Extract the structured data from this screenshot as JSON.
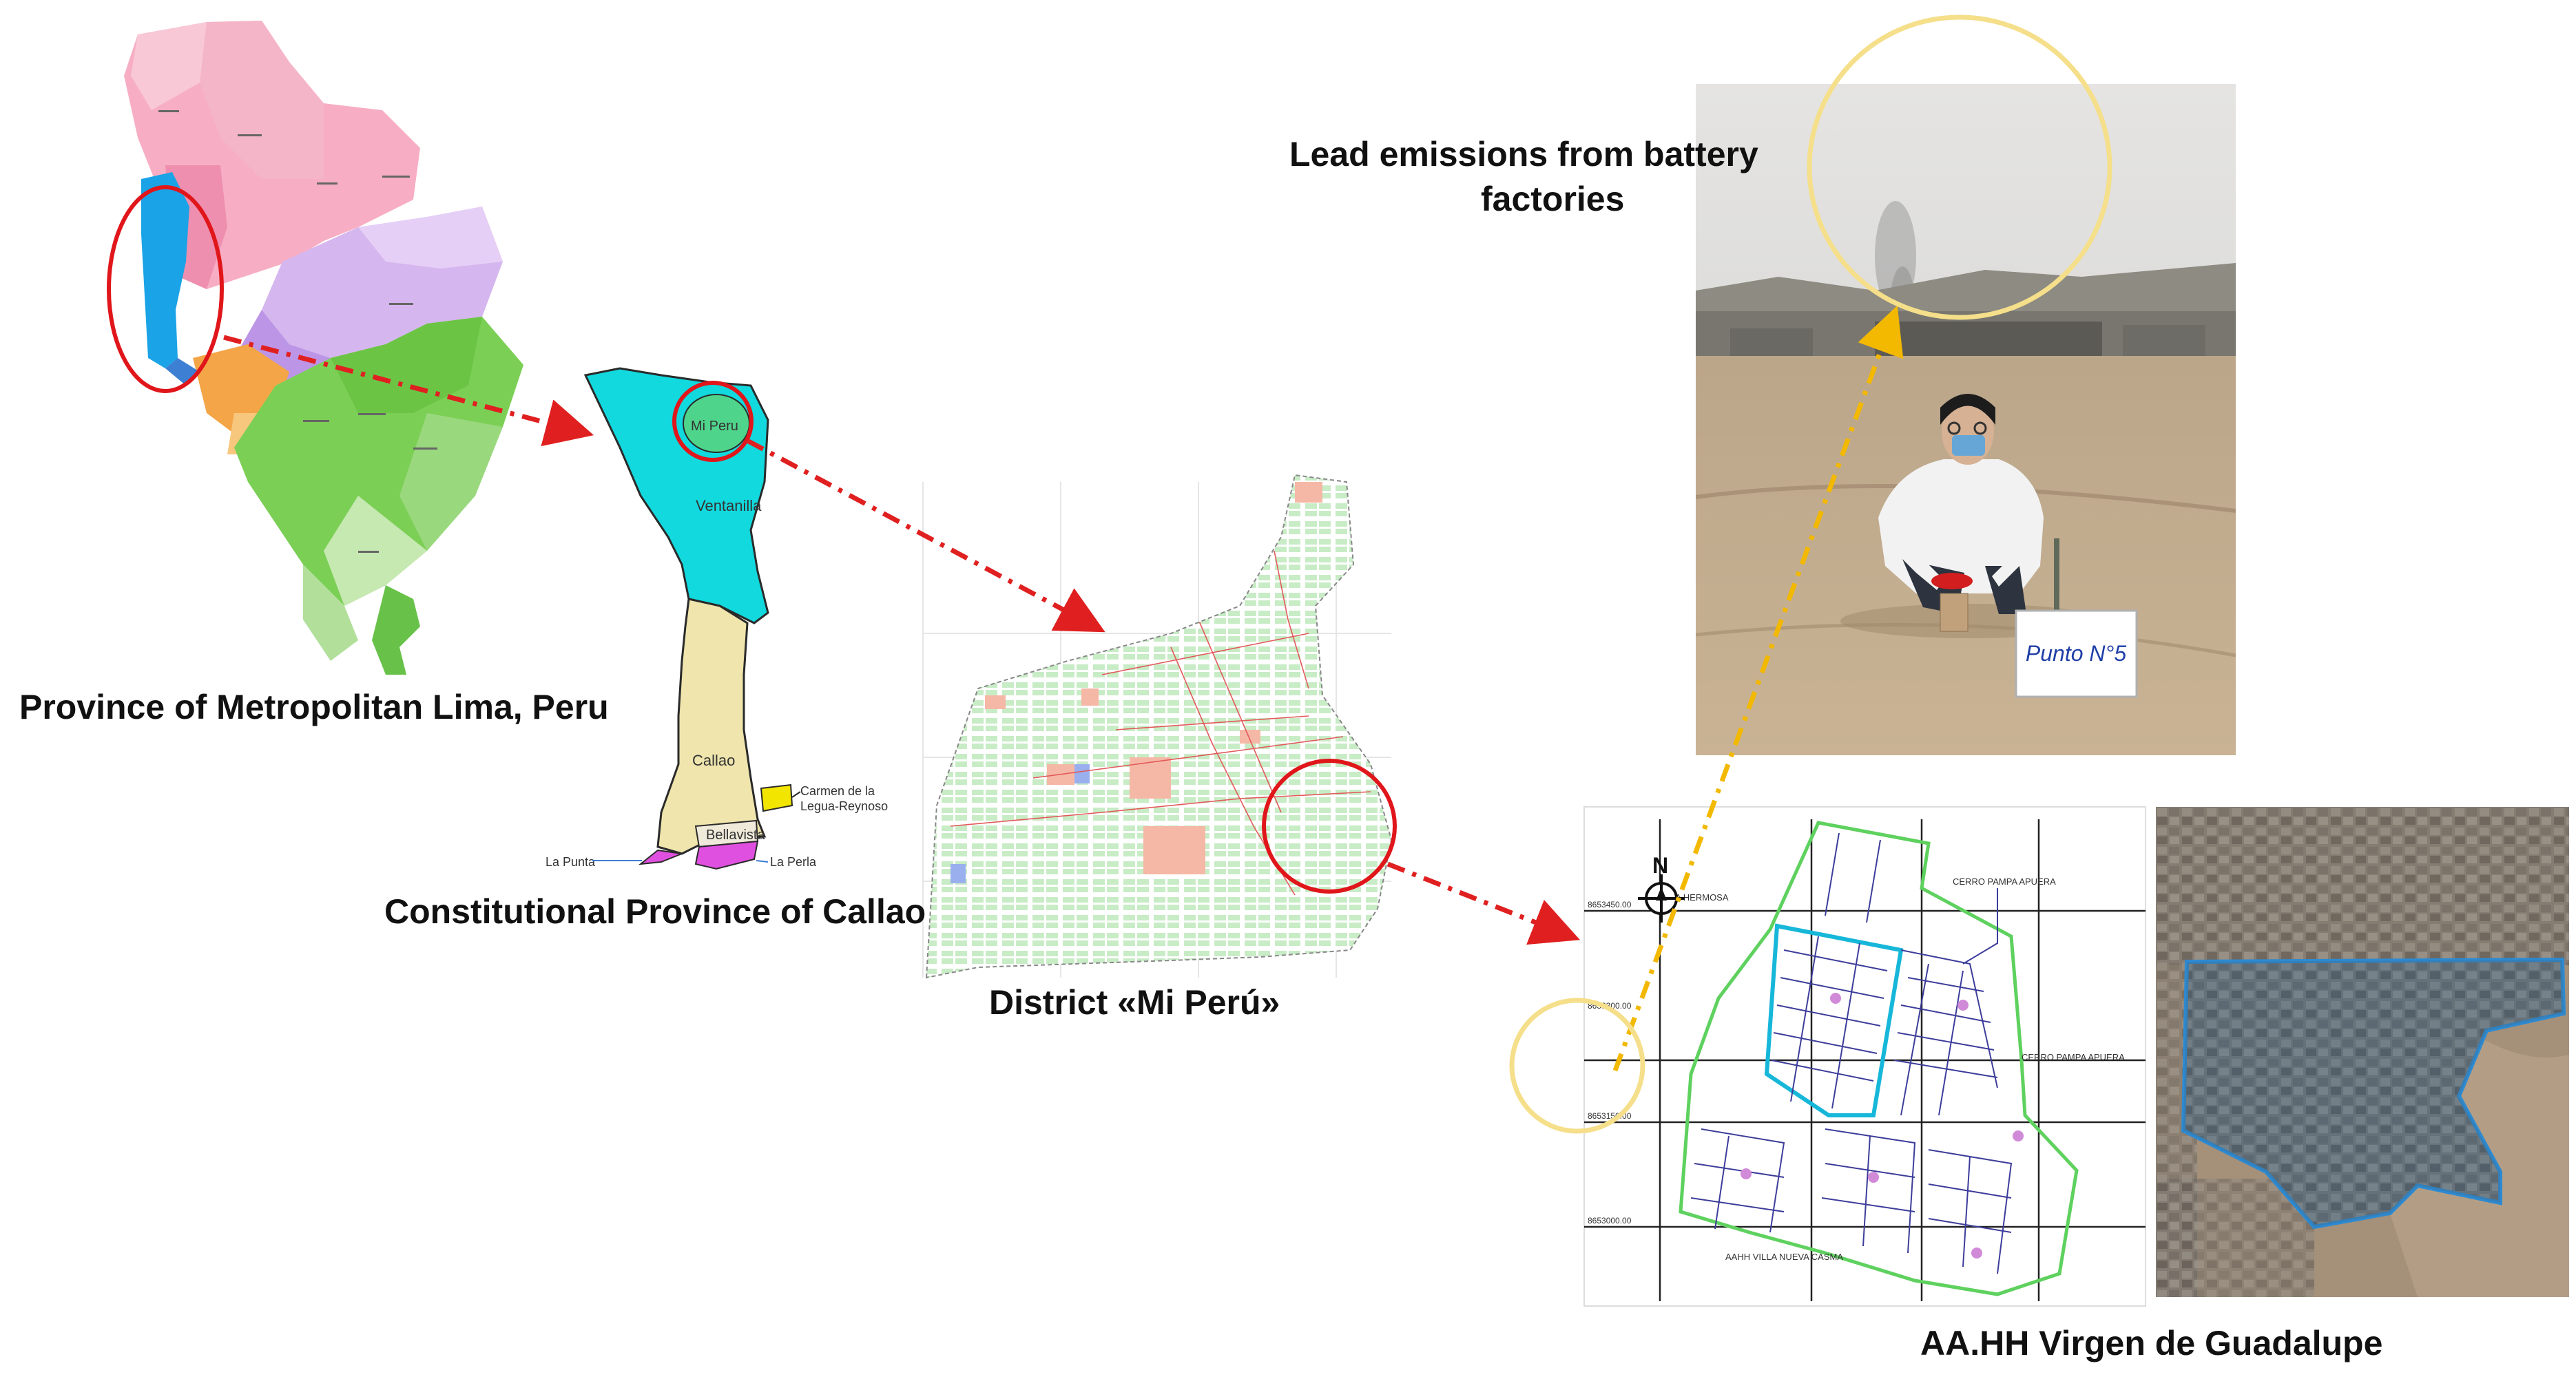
{
  "captions": {
    "lima": "Province of Metropolitan Lima, Peru",
    "callao": "Constitutional Province of Callao",
    "mi_peru": "District «Mi Perú»",
    "emissions_line1": "Lead emissions from battery",
    "emissions_line2": "factories",
    "virgen": "AA.HH Virgen de Guadalupe"
  },
  "callao_map_labels": {
    "mi_peru": "Mi Peru",
    "ventanilla": "Ventanilla",
    "callao": "Callao",
    "carmen_line1": "Carmen de la",
    "carmen_line2": "Legua-Reynoso",
    "bellavista": "Bellavista",
    "la_punta": "La Punta",
    "la_perla": "La Perla"
  },
  "plan_labels": {
    "north": "N",
    "cerro_top": "CERRO PAMPA APUERA",
    "cerro_mid": "CERRO PAMPA APUERA",
    "la_hermosa": "LA HERMOSA",
    "villa_nueva": "AAHH VILLA NUEVA CASMA",
    "coord_1": "8653450.00",
    "coord_2": "8653300.00",
    "coord_3": "8653150.00",
    "coord_4": "8653000.00"
  },
  "photo_sign": "Punto N°5",
  "colors": {
    "arrow_red": "#e02020",
    "arrow_gold": "#f3b800",
    "highlight_circle_red": "#e0161b",
    "highlight_circle_yellow": "#f5df8a",
    "ventanilla": "#12d9de",
    "callao": "#efe5ad",
    "carmen": "#f2e600",
    "la_perla": "#e050e0",
    "lot_green": "#c8ecc6",
    "lot_salmon": "#f6b8a6"
  }
}
